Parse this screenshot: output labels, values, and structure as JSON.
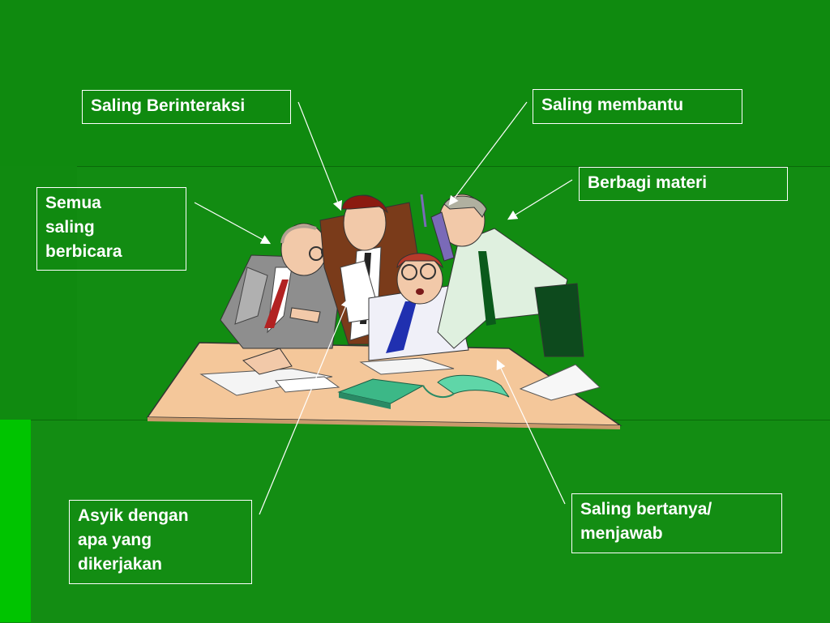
{
  "slide": {
    "background_color": "#0f8a0f",
    "accent_color": "#00c400"
  },
  "labels": {
    "saling_berinteraksi": "Saling Berinteraksi",
    "saling_membantu": "Saling membantu",
    "berbagi_materi": "Berbagi materi",
    "semua_saling_berbicara": [
      "Semua",
      "saling",
      "berbicara"
    ],
    "asyik_dengan": [
      "Asyik dengan",
      "apa yang",
      "dikerjakan"
    ],
    "saling_bertanya": [
      "Saling bertanya/",
      "menjawab"
    ]
  },
  "illustration": {
    "subject": "four-businessmen-meeting-clipart",
    "items": [
      "table",
      "papers",
      "telephone",
      "men"
    ]
  }
}
